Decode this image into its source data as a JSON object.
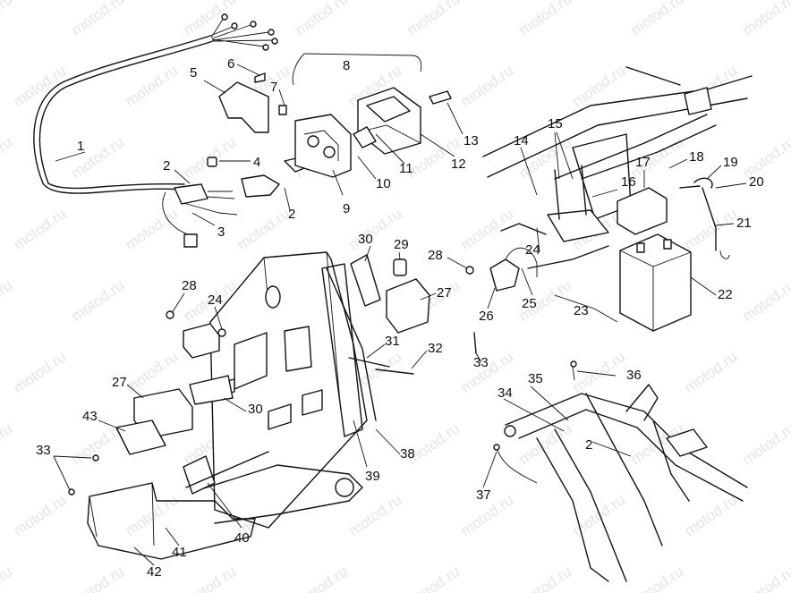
{
  "watermark": "motod.ru",
  "callouts": [
    "1",
    "2",
    "3",
    "4",
    "5",
    "6",
    "7",
    "8",
    "9",
    "10",
    "11",
    "12",
    "13",
    "14",
    "15",
    "16",
    "17",
    "18",
    "19",
    "20",
    "21",
    "22",
    "23",
    "24",
    "25",
    "26",
    "27",
    "28",
    "29",
    "30",
    "31",
    "32",
    "33",
    "34",
    "35",
    "36",
    "37",
    "38",
    "39",
    "40",
    "41",
    "42",
    "43"
  ]
}
